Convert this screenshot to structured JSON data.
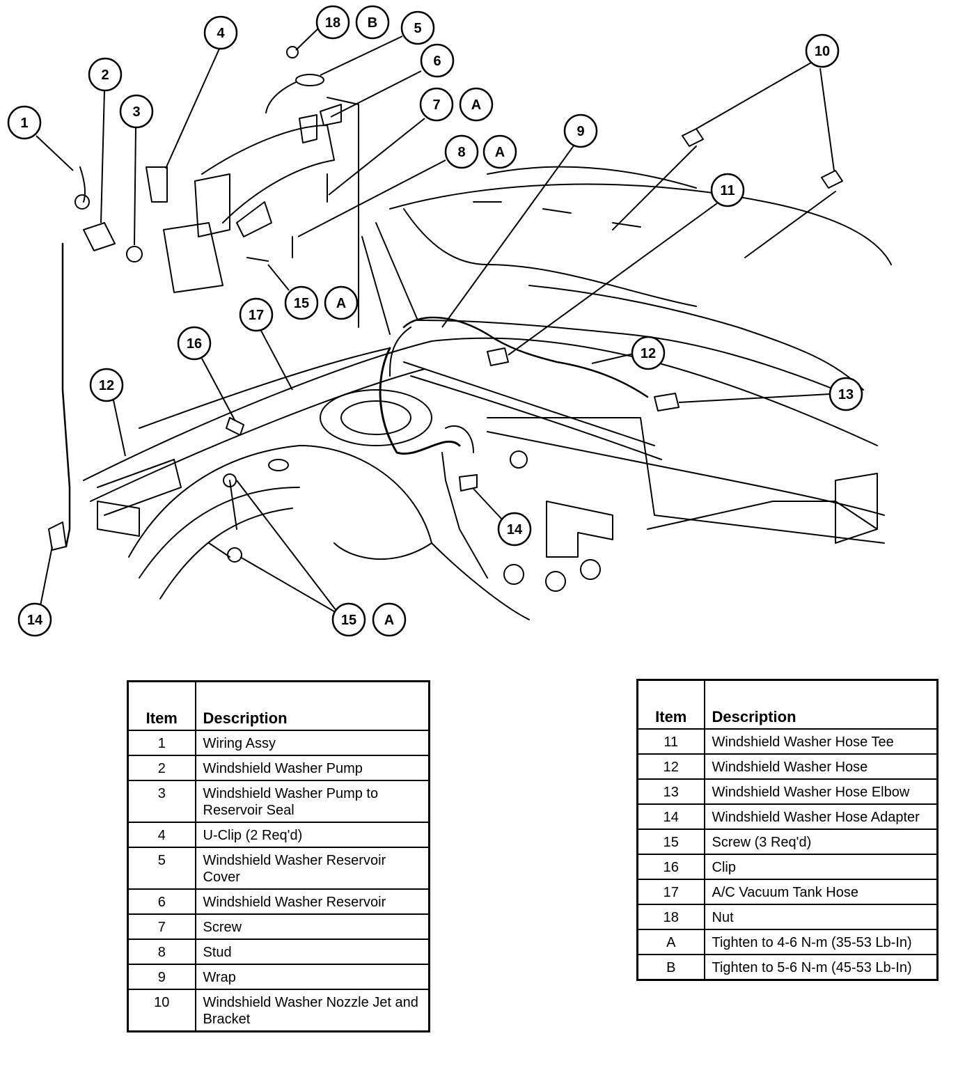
{
  "callouts": [
    {
      "label": "1"
    },
    {
      "label": "2"
    },
    {
      "label": "3"
    },
    {
      "label": "4"
    },
    {
      "label": "18"
    },
    {
      "label": "B"
    },
    {
      "label": "5"
    },
    {
      "label": "6"
    },
    {
      "label": "7"
    },
    {
      "label": "A"
    },
    {
      "label": "8"
    },
    {
      "label": "A"
    },
    {
      "label": "9"
    },
    {
      "label": "10"
    },
    {
      "label": "11"
    },
    {
      "label": "15"
    },
    {
      "label": "A"
    },
    {
      "label": "17"
    },
    {
      "label": "16"
    },
    {
      "label": "12"
    },
    {
      "label": "12"
    },
    {
      "label": "13"
    },
    {
      "label": "14"
    },
    {
      "label": "14"
    },
    {
      "label": "15"
    },
    {
      "label": "A"
    }
  ],
  "legend_left": {
    "header_item": "Item",
    "header_desc": "Description",
    "rows": [
      {
        "item": "1",
        "desc": "Wiring Assy"
      },
      {
        "item": "2",
        "desc": "Windshield Washer Pump"
      },
      {
        "item": "3",
        "desc": "Windshield Washer Pump to Reservoir Seal"
      },
      {
        "item": "4",
        "desc": "U-Clip (2 Req'd)"
      },
      {
        "item": "5",
        "desc": "Windshield Washer Reservoir Cover"
      },
      {
        "item": "6",
        "desc": "Windshield Washer Reservoir"
      },
      {
        "item": "7",
        "desc": "Screw"
      },
      {
        "item": "8",
        "desc": "Stud"
      },
      {
        "item": "9",
        "desc": "Wrap"
      },
      {
        "item": "10",
        "desc": "Windshield Washer Nozzle Jet and Bracket"
      }
    ]
  },
  "legend_right": {
    "header_item": "Item",
    "header_desc": "Description",
    "rows": [
      {
        "item": "11",
        "desc": "Windshield Washer Hose Tee"
      },
      {
        "item": "12",
        "desc": "Windshield Washer Hose"
      },
      {
        "item": "13",
        "desc": "Windshield Washer Hose Elbow"
      },
      {
        "item": "14",
        "desc": "Windshield Washer Hose Adapter"
      },
      {
        "item": "15",
        "desc": "Screw (3 Req'd)"
      },
      {
        "item": "16",
        "desc": "Clip"
      },
      {
        "item": "17",
        "desc": "A/C Vacuum Tank Hose"
      },
      {
        "item": "18",
        "desc": "Nut"
      },
      {
        "item": "A",
        "desc": "Tighten to 4-6 N-m (35-53 Lb-In)"
      },
      {
        "item": "B",
        "desc": "Tighten to 5-6 N-m (45-53 Lb-In)"
      }
    ]
  }
}
